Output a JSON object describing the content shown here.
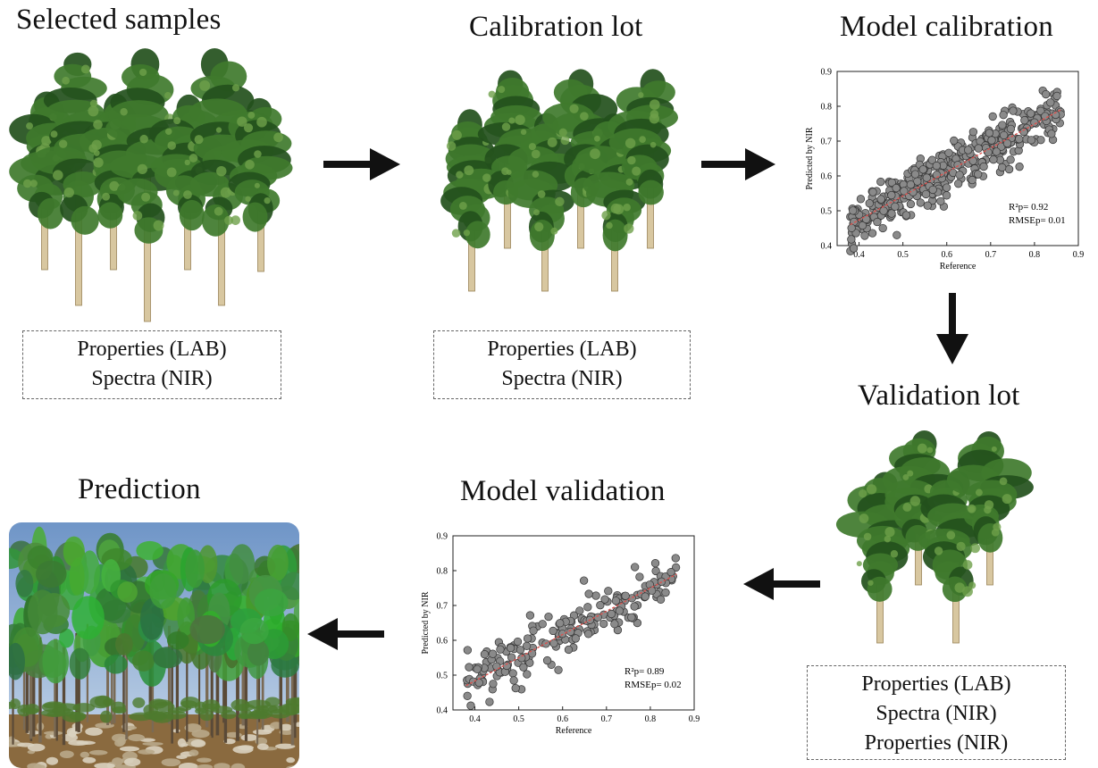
{
  "titles": {
    "selected_samples": "Selected samples",
    "calibration_lot": "Calibration lot",
    "model_calibration": "Model calibration",
    "validation_lot": "Validation lot",
    "model_validation": "Model validation",
    "prediction": "Prediction"
  },
  "boxes": {
    "selected": [
      "Properties (LAB)",
      "Spectra (NIR)"
    ],
    "calibration": [
      "Properties (LAB)",
      "Spectra (NIR)"
    ],
    "validation": [
      "Properties (LAB)",
      "Spectra (NIR)",
      "Properties (NIR)"
    ]
  },
  "colors": {
    "foliage": "#3f7a2c",
    "foliage_dark": "#23501c",
    "trunk": "#d8c7a0",
    "point_fill": "#8a8a8a",
    "fit_line": "#d9534f",
    "arrow": "#111111"
  },
  "chart_data": [
    {
      "type": "scatter",
      "title": "",
      "xlabel": "Reference",
      "ylabel": "Predicted by NIR",
      "xlim": [
        0.35,
        0.9
      ],
      "ylim": [
        0.4,
        0.9
      ],
      "xticks": [
        "0.4",
        "0.5",
        "0.6",
        "0.7",
        "0.8",
        "0.9"
      ],
      "yticks": [
        "0.4",
        "0.5",
        "0.6",
        "0.7",
        "0.8",
        "0.9"
      ],
      "fit_line": [
        [
          0.38,
          0.46
        ],
        [
          0.86,
          0.79
        ]
      ],
      "annotations": [
        "R²p= 0.92",
        "RMSEp= 0.01"
      ],
      "points_summary": {
        "count": 420,
        "x_range": [
          0.38,
          0.86
        ],
        "spread": 0.035
      }
    },
    {
      "type": "scatter",
      "title": "",
      "xlabel": "Reference",
      "ylabel": "Predicted by NIR",
      "xlim": [
        0.35,
        0.9
      ],
      "ylim": [
        0.4,
        0.9
      ],
      "xticks": [
        "0.4",
        "0.5",
        "0.6",
        "0.7",
        "0.8",
        "0.9"
      ],
      "yticks": [
        "0.4",
        "0.5",
        "0.6",
        "0.7",
        "0.8",
        "0.9"
      ],
      "fit_line": [
        [
          0.38,
          0.47
        ],
        [
          0.86,
          0.79
        ]
      ],
      "annotations": [
        "R²p= 0.89",
        "RMSEp= 0.02"
      ],
      "points_summary": {
        "count": 190,
        "x_range": [
          0.38,
          0.86
        ],
        "spread": 0.035
      }
    }
  ]
}
